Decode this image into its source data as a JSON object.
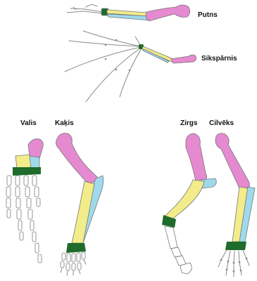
{
  "labels": {
    "bird": "Putns",
    "bat": "Sikspārnis",
    "whale": "Valis",
    "cat": "Kaķis",
    "horse": "Zirgs",
    "human": "Cilvēks"
  },
  "colors": {
    "humerus": "#e58ad0",
    "radius": "#f2ec8a",
    "ulna": "#9fd9ec",
    "carpals": "#1e6b2c",
    "phalanges": "#ffffff",
    "outline": "#777777"
  }
}
